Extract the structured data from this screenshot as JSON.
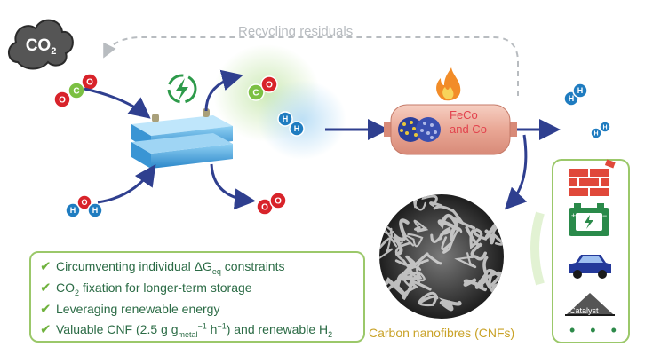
{
  "co2_cloud": {
    "text": "CO",
    "sub": "2"
  },
  "recycle_label": "Recycling residuals",
  "molecules": {
    "co2": [
      "O",
      "C",
      "O"
    ],
    "h2o": [
      "H",
      "O",
      "H"
    ],
    "co": [
      "C",
      "O"
    ],
    "h2": [
      "H",
      "H"
    ],
    "o2": [
      "O",
      "O"
    ]
  },
  "reactor_label": [
    "FeCo",
    "and Co"
  ],
  "benefits": [
    {
      "text": "Circumventing individual ΔG",
      "sub": "eq",
      "rest": " constraints"
    },
    {
      "text": "CO",
      "sub": "2",
      "rest": " fixation for longer-term storage"
    },
    {
      "text": "Leveraging renewable energy",
      "sub": "",
      "rest": ""
    },
    {
      "text": "Valuable CNF (2.5 g g",
      "sub": "metal",
      "sup": "−1",
      "rest": " h",
      "sup2": "−1",
      "rest2": ") and renewable H",
      "sub2": "2"
    }
  ],
  "check_glyph": "✔",
  "cnf_label": "Carbon nanofibres (CNFs)",
  "applications": {
    "icons": [
      "brick-wall-icon",
      "battery-icon",
      "car-icon",
      "catalyst-icon"
    ],
    "catalyst_label": "Catalyst",
    "more": "• • •"
  },
  "colors": {
    "oxygen": "#d8232a",
    "carbon": "#7cc043",
    "hydrogen": "#1f7cc0",
    "arrow": "#2f3f8f",
    "border_green": "#9bc86a",
    "text_green": "#2b6b45",
    "cnf_gold": "#c9a227"
  }
}
